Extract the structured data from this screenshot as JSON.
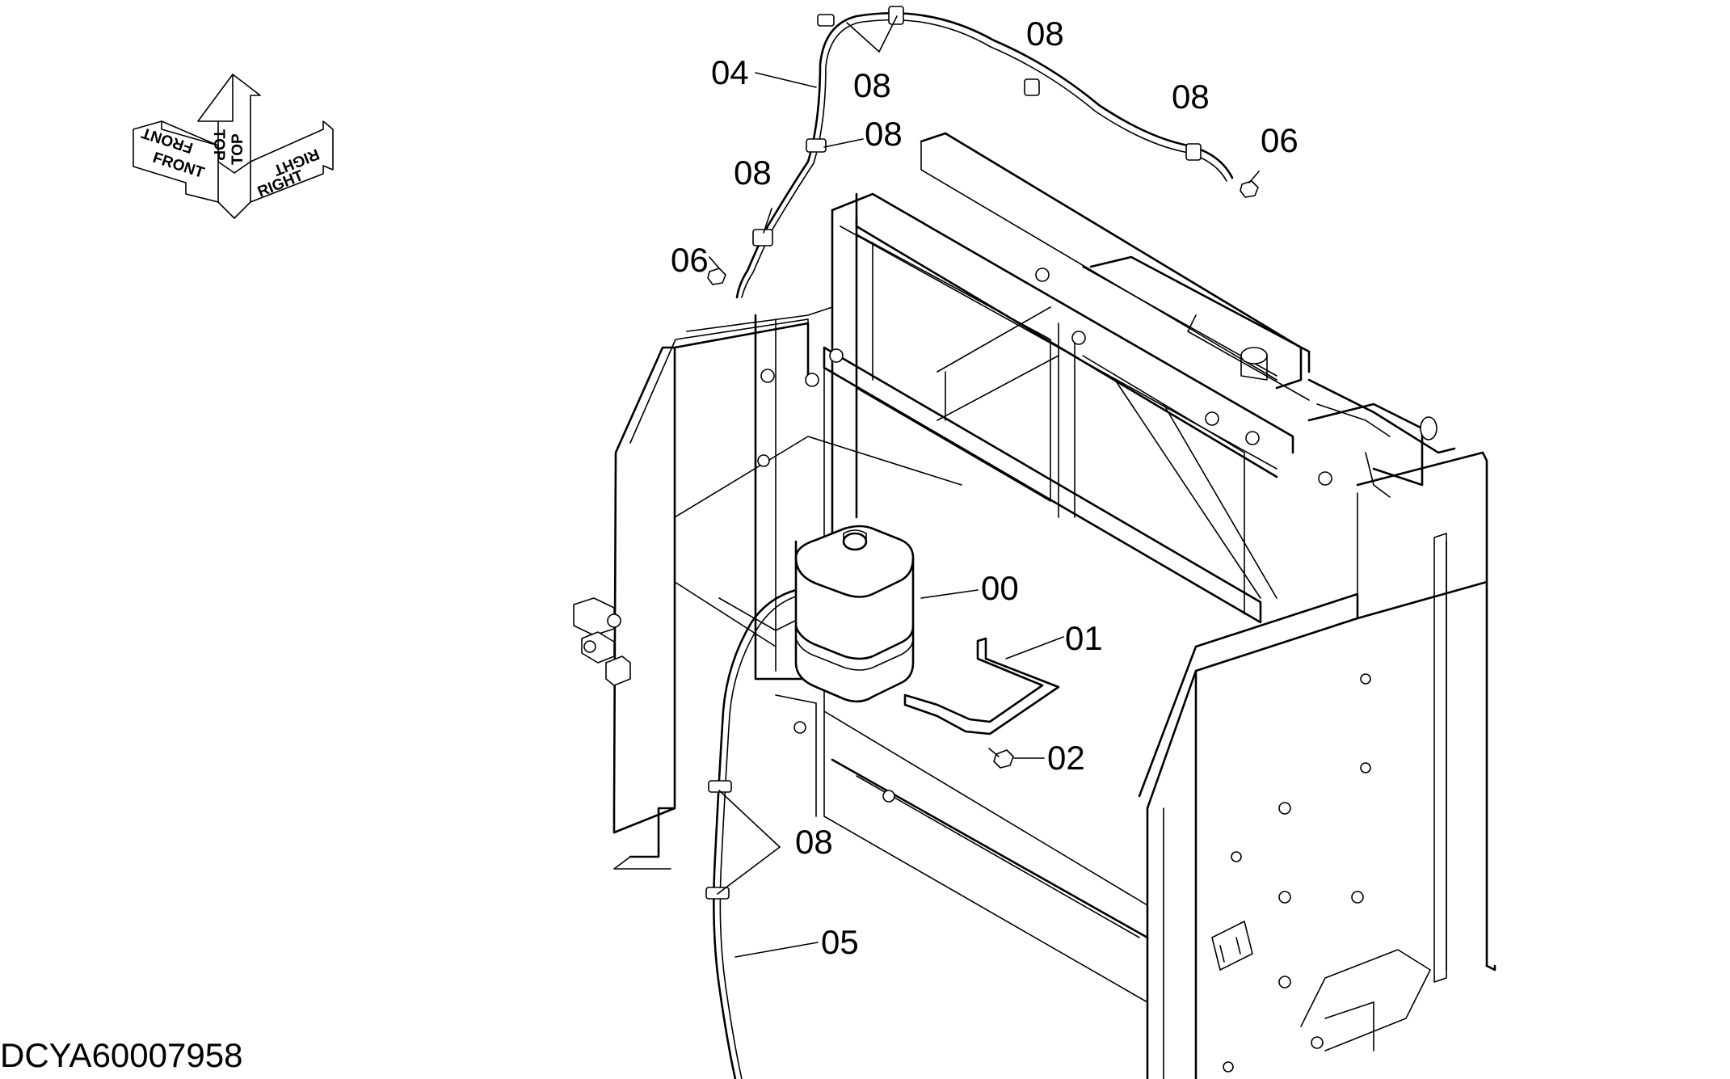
{
  "drawing_id": "DCYA60007958",
  "orientation": {
    "front": "FRONT",
    "top": "TOP",
    "right": "RIGHT"
  },
  "callouts": {
    "tank": "00",
    "bracket": "01",
    "bolt": "02",
    "hose_upper": "04",
    "hose_lower": "05",
    "nut_left": "06",
    "nut_right": "06",
    "clamps_top_pair": "08",
    "clamp_top_mid": "08",
    "clamp_top_right": "08",
    "clamp_upper_a": "08",
    "clamp_upper_b": "08",
    "clamps_lower_pair": "08"
  }
}
